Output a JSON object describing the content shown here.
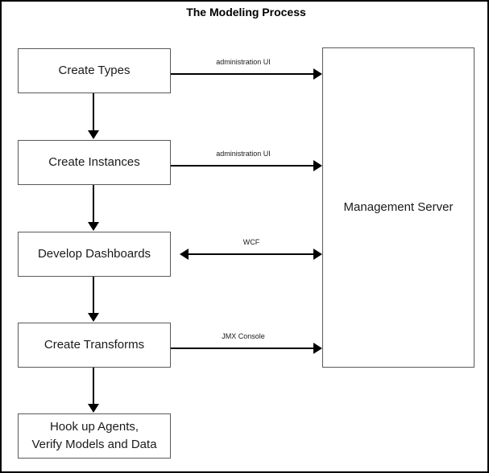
{
  "diagram": {
    "title": "The Modeling Process",
    "colors": {
      "frame_border": "#000000",
      "box_border": "#5a5a5a",
      "connector": "#000000",
      "background": "#ffffff",
      "text": "#1a1a1a"
    },
    "process_steps": [
      {
        "id": "create-types",
        "label": "Create Types"
      },
      {
        "id": "create-instances",
        "label": "Create Instances"
      },
      {
        "id": "develop-dashboards",
        "label": "Develop Dashboards"
      },
      {
        "id": "create-transforms",
        "label": "Create Transforms"
      },
      {
        "id": "hook-up-agents",
        "line1": "Hook up Agents,",
        "line2": "Verify Models and Data"
      }
    ],
    "server": {
      "label": "Management Server"
    },
    "connections": [
      {
        "from": "create-types",
        "to": "management-server",
        "label": "administration UI",
        "direction": "right"
      },
      {
        "from": "create-instances",
        "to": "management-server",
        "label": "administration UI",
        "direction": "right"
      },
      {
        "from": "develop-dashboards",
        "to": "management-server",
        "label": "WCF",
        "direction": "both"
      },
      {
        "from": "create-transforms",
        "to": "management-server",
        "label": "JMX Console",
        "direction": "right"
      }
    ],
    "flow_arrows": [
      {
        "from": "create-types",
        "to": "create-instances",
        "direction": "down"
      },
      {
        "from": "create-instances",
        "to": "develop-dashboards",
        "direction": "down"
      },
      {
        "from": "develop-dashboards",
        "to": "create-transforms",
        "direction": "down"
      },
      {
        "from": "create-transforms",
        "to": "hook-up-agents",
        "direction": "down"
      }
    ]
  }
}
